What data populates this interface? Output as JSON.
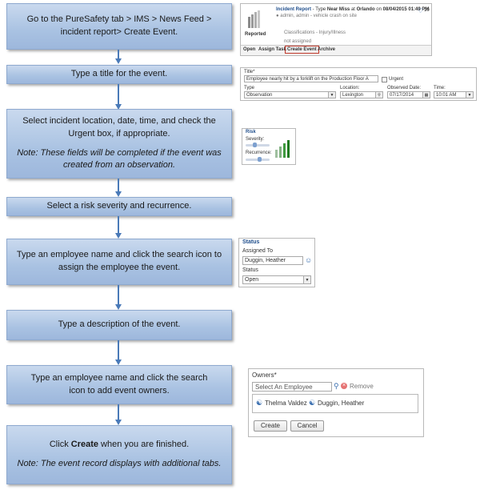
{
  "steps": {
    "s1": "Go to the PureSafety tab > IMS > News Feed > incident report> Create Event.",
    "s2": "Type a title for the event.",
    "s3": "Select incident location, date, time, and check the Urgent box, if appropriate.",
    "s3_note": "Note: These fields will be completed if the event was created from an observation.",
    "s4": "Select a risk severity and recurrence.",
    "s5": "Type an employee name and click the search icon to assign the employee the event.",
    "s6": "Type a description of the event.",
    "s7": "Type an employee name and click the search icon to add event owners.",
    "s8_pre": "Click ",
    "s8_bold": "Create",
    "s8_post": " when you are finished.",
    "s8_note": "Note: The event record displays with additional tabs."
  },
  "incident": {
    "title_part1": "Incident Report",
    "title_part2": " - Type ",
    "type": "Near Miss",
    "title_part3": " at ",
    "location": "Orlando",
    "title_part4": " on ",
    "datetime": "08/04/2015 01:49 PM",
    "comment_count": "10",
    "byline": "admin, admin - vehicle crash on site",
    "status_label": "Reported",
    "classifications": "Classifications - Injury/Illness",
    "assigned": "not assigned",
    "tabs": [
      "Open",
      "Assign Task",
      "Create Event",
      "Archive"
    ]
  },
  "form": {
    "title_label": "Title*",
    "title_value": "Employee nearly hit by a forklift on the Production Floor A",
    "urgent_label": "Urgent",
    "type_label": "Type",
    "type_value": "Observation",
    "location_label": "Location:",
    "location_value": "Lexington",
    "date_label": "Observed Date:",
    "date_value": "07/17/2014",
    "time_label": "Time:",
    "time_value": "10:01 AM"
  },
  "risk": {
    "legend": "Risk",
    "severity_label": "Severity:",
    "recurrence_label": "Recurrence:"
  },
  "status_panel": {
    "legend": "Status",
    "assigned_label": "Assigned To",
    "assigned_value": "Duggin, Heather",
    "status_label": "Status",
    "status_value": "Open"
  },
  "owners": {
    "label": "Owners*",
    "placeholder": "Select An Employee",
    "remove_label": "Remove",
    "owner1": "Thelma Valdez",
    "owner2": "Duggin, Heather",
    "create_label": "Create",
    "cancel_label": "Cancel"
  },
  "colors": {
    "step_fill": "#a9c2e2",
    "connector": "#4a7ab8",
    "accent_red": "#c0392b"
  }
}
